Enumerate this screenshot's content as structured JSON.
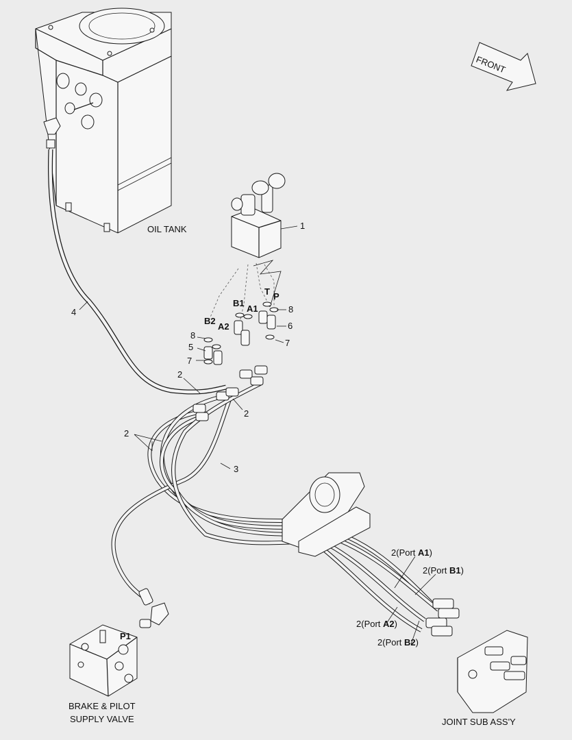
{
  "labels": {
    "oil_tank": "OIL TANK",
    "front": "FRONT",
    "brake_valve_line1": "BRAKE & PILOT",
    "brake_valve_line2": "SUPPLY VALVE",
    "joint_sub": "JOINT SUB ASS'Y"
  },
  "ports": {
    "t": "T",
    "p": "P",
    "b1": "B1",
    "a1": "A1",
    "b2": "B2",
    "a2": "A2",
    "p1": "P1"
  },
  "callouts": {
    "c1": "1",
    "c2a": "2",
    "c2b": "2",
    "c2c": "2",
    "c3": "3",
    "c4": "4",
    "c5": "5",
    "c6": "6",
    "c7a": "7",
    "c7b": "7",
    "c8a": "8",
    "c8b": "8"
  },
  "port_hoses": {
    "a1": {
      "num": "2",
      "open": "(Port ",
      "port": "A1",
      "close": ")"
    },
    "b1": {
      "num": "2",
      "open": "(Port ",
      "port": "B1",
      "close": ")"
    },
    "a2": {
      "num": "2",
      "open": "(Port ",
      "port": "A2",
      "close": ")"
    },
    "b2": {
      "num": "2",
      "open": "(Port ",
      "port": "B2",
      "close": ")"
    }
  }
}
